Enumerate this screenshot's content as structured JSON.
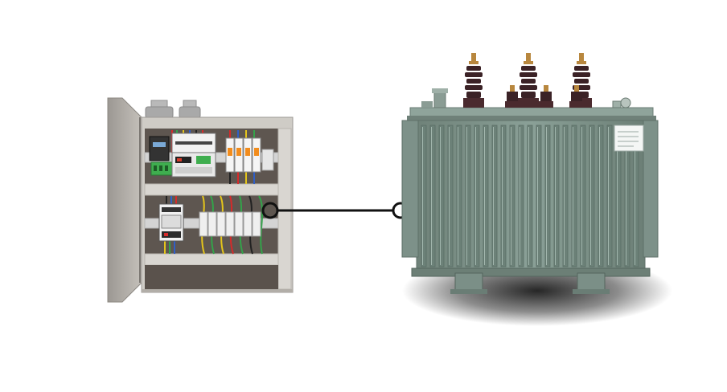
{
  "scene": {
    "left_device": "control-cabinet",
    "right_device": "oil-immersed-transformer",
    "connection": "single-cable"
  },
  "colors": {
    "background": "#ffffff",
    "cabinet_body": "#c9c6c0",
    "cabinet_back_panel": "#5e5650",
    "din_rail": "#d8d8d8",
    "transformer_body": "#7f948b",
    "transformer_fins": "#6c8178",
    "bushing": "#3b2226",
    "cable": "#111111",
    "wire_red": "#d62a2a",
    "wire_yellow": "#e4c51b",
    "wire_green": "#33a34a",
    "wire_blue": "#2f5fc7",
    "wire_black": "#222222"
  },
  "icons": {
    "breaker": "circuit-breaker-icon",
    "terminal": "terminal-block-icon",
    "plc": "plc-module-icon",
    "meter": "energy-meter-icon",
    "connector": "cable-connector-ring-icon"
  }
}
